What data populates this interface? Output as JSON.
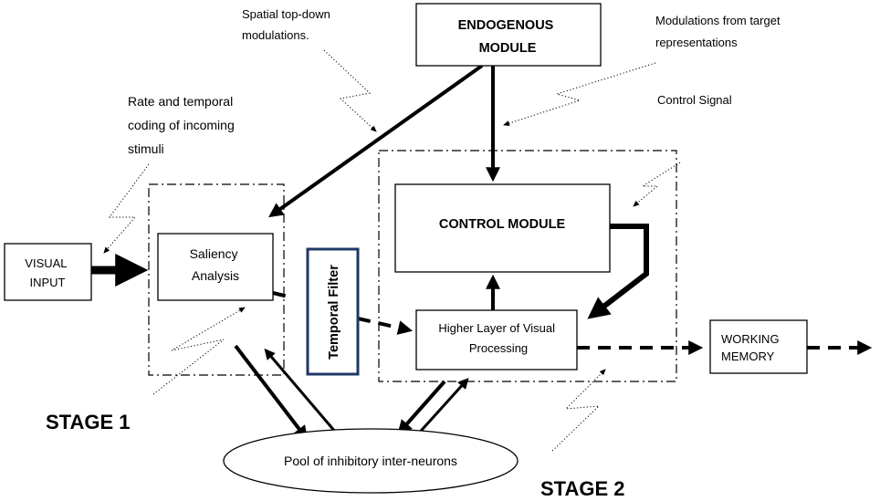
{
  "boxes": {
    "visual_input": [
      "VISUAL",
      "INPUT"
    ],
    "endogenous": [
      "ENDOGENOUS",
      "MODULE"
    ],
    "saliency": [
      "Saliency",
      "Analysis"
    ],
    "temporal_filter": "Temporal Filter",
    "control_module": "CONTROL MODULE",
    "higher_layer": [
      "Higher Layer of Visual",
      "Processing"
    ],
    "working_memory": [
      "WORKING",
      "MEMORY"
    ],
    "pool": "Pool of inhibitory inter-neurons"
  },
  "annotations": {
    "spatial": [
      "Spatial top-down",
      "modulations."
    ],
    "modulations_target": [
      "Modulations from target",
      "representations"
    ],
    "rate_temporal": [
      "Rate and temporal",
      "coding of incoming",
      "stimuli"
    ],
    "control_signal": "Control Signal"
  },
  "stages": {
    "stage1": "STAGE 1",
    "stage2": "STAGE 2"
  },
  "colors": {
    "temporal_filter_border": "#1f3864",
    "lines": "#000000"
  }
}
